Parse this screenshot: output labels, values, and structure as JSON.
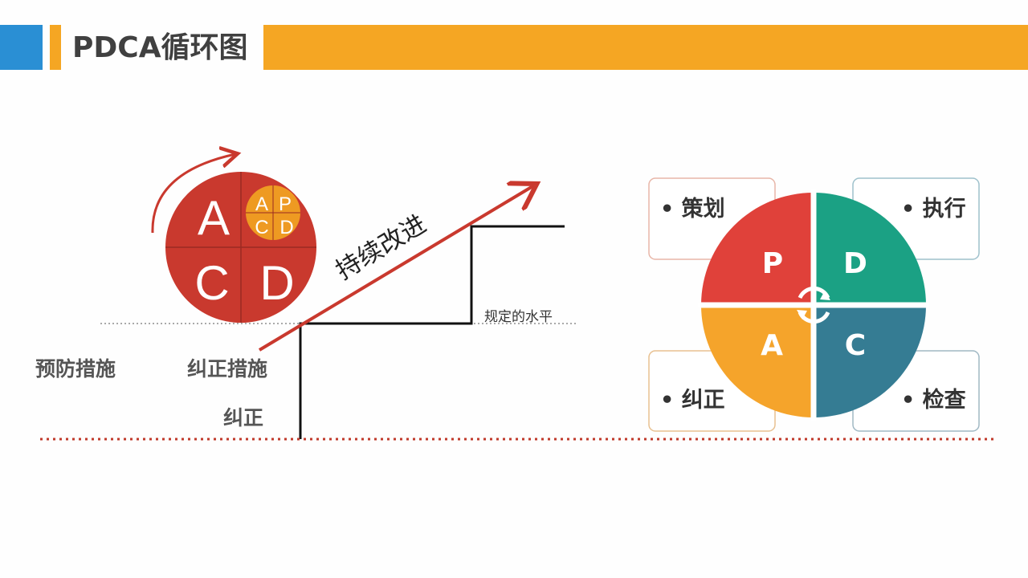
{
  "header": {
    "title": "PDCA循环图"
  },
  "ladder": {
    "small_circle": {
      "a": "A",
      "p": "P",
      "c": "C",
      "d": "D"
    },
    "big_circle": {
      "a": "A",
      "c": "C",
      "d": "D"
    },
    "arrow_label": "持续改进",
    "level_label": "规定的水平",
    "label_preventive": "预防措施",
    "label_corrective_measures": "纠正措施",
    "label_correction": "纠正"
  },
  "cycle": {
    "quadrants": {
      "p": "P",
      "d": "D",
      "a": "A",
      "c": "C"
    },
    "cards": {
      "plan": "• 策划",
      "do": "• 执行",
      "act": "• 纠正",
      "check": "• 检查"
    },
    "colors": {
      "p": "#e0413a",
      "d": "#1ba184",
      "a": "#f5a42b",
      "c": "#357c93"
    }
  },
  "colors": {
    "blue": "#2a8fd4",
    "orange": "#f5a623",
    "big_circle": "#c9392e",
    "arrow": "#c9392e",
    "dotted": "#c0392b"
  }
}
